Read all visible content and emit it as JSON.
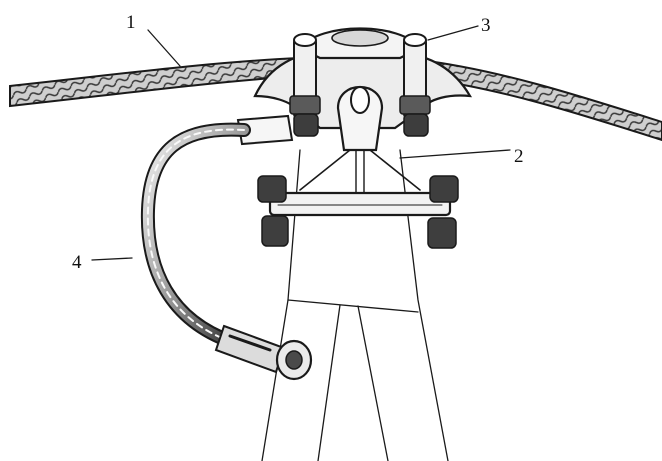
{
  "callouts": {
    "conductor": "1",
    "suspension_clamp": "2",
    "u_bolt": "3",
    "grounding_lead": "4"
  },
  "colors": {
    "ink": "#1a1a1a",
    "paper": "#ffffff",
    "metal_light": "#e4e4e4",
    "metal_dark": "#4a4a4a"
  }
}
